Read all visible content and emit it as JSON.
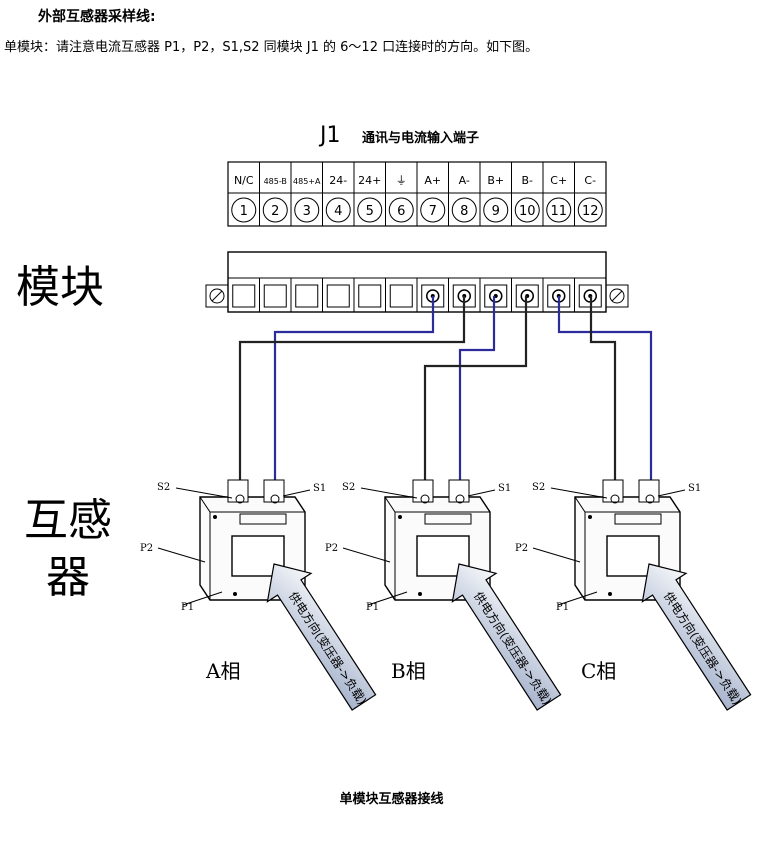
{
  "heading": "外部互感器采样线:",
  "description": "单模块：请注意电流互感器 P1，P2，S1,S2 同模块 J1 的 6～12 口连接时的方向。如下图。",
  "caption": "单模块互感器接线",
  "diagram": {
    "connector_title": "J1",
    "connector_subtitle": "通讯与电流输入端子",
    "pin_labels": [
      "N/C",
      "485-B",
      "485+A",
      "24-",
      "24+",
      "⏚",
      "A+",
      "A-",
      "B+",
      "B-",
      "C+",
      "C-"
    ],
    "pin_numbers": [
      "1",
      "2",
      "3",
      "4",
      "5",
      "6",
      "7",
      "8",
      "9",
      "10",
      "11",
      "12"
    ],
    "module_label": "模块",
    "transformer_label": "互感器",
    "ct_units": [
      {
        "phase": "A相",
        "arrow_text": "供电方向(变压器->负载)",
        "s2": "S2",
        "s1": "S1",
        "p2": "P2",
        "p1": "P1"
      },
      {
        "phase": "B相",
        "arrow_text": "供电方向(变压器->负载)",
        "s2": "S2",
        "s1": "S1",
        "p2": "P2",
        "p1": "P1"
      },
      {
        "phase": "C相",
        "arrow_text": "供电方向(变压器->负载)",
        "s2": "S2",
        "s1": "S1",
        "p2": "P2",
        "p1": "P1"
      }
    ],
    "colors": {
      "wire_blue": "#2b2b9a",
      "wire_black": "#222222"
    }
  }
}
